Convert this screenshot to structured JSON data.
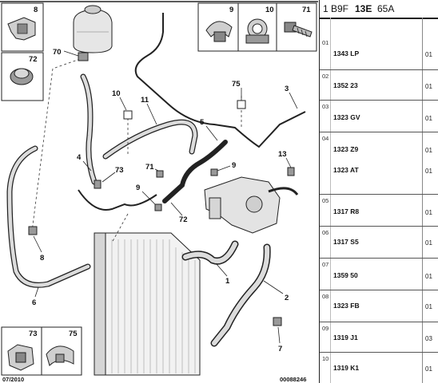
{
  "header": {
    "prefix": "1",
    "code_a": "B9F",
    "code_b": "13E",
    "code_c": "65A"
  },
  "footer": {
    "date": "07/2010",
    "doc_number": "00088246"
  },
  "insets": {
    "top_left_a": "8",
    "top_left_b": "72",
    "top_right_a": "9",
    "top_right_b": "10",
    "top_right_c": "71",
    "bottom_left_a": "73",
    "bottom_left_b": "75"
  },
  "callouts": {
    "c70": "70",
    "c75": "75",
    "c3": "3",
    "c10": "10",
    "c11": "11",
    "c5": "5",
    "c13": "13",
    "c4": "4",
    "c73": "73",
    "c71": "71",
    "c9a": "9",
    "c9b": "9",
    "c72": "72",
    "c8": "8",
    "c1": "1",
    "c2": "2",
    "c6": "6",
    "c7": "7"
  },
  "parts": [
    {
      "idx": "01",
      "refs": [
        "1343 LP"
      ],
      "qty": [
        "01"
      ]
    },
    {
      "idx": "02",
      "refs": [
        "1352 23"
      ],
      "qty": [
        "01"
      ]
    },
    {
      "idx": "03",
      "refs": [
        "1323 GV"
      ],
      "qty": [
        "01"
      ]
    },
    {
      "idx": "04",
      "refs": [
        "1323 Z9",
        "1323 AT"
      ],
      "qty": [
        "01",
        "01"
      ]
    },
    {
      "idx": "05",
      "refs": [
        "1317 R8"
      ],
      "qty": [
        "01"
      ]
    },
    {
      "idx": "06",
      "refs": [
        "1317 S5"
      ],
      "qty": [
        "01"
      ]
    },
    {
      "idx": "07",
      "refs": [
        "1359 50"
      ],
      "qty": [
        "01"
      ]
    },
    {
      "idx": "08",
      "refs": [
        "1323 FB"
      ],
      "qty": [
        "01"
      ]
    },
    {
      "idx": "09",
      "refs": [
        "1319 J1"
      ],
      "qty": [
        "03"
      ]
    },
    {
      "idx": "10",
      "refs": [
        "1319 K1"
      ],
      "qty": [
        "01"
      ]
    }
  ]
}
